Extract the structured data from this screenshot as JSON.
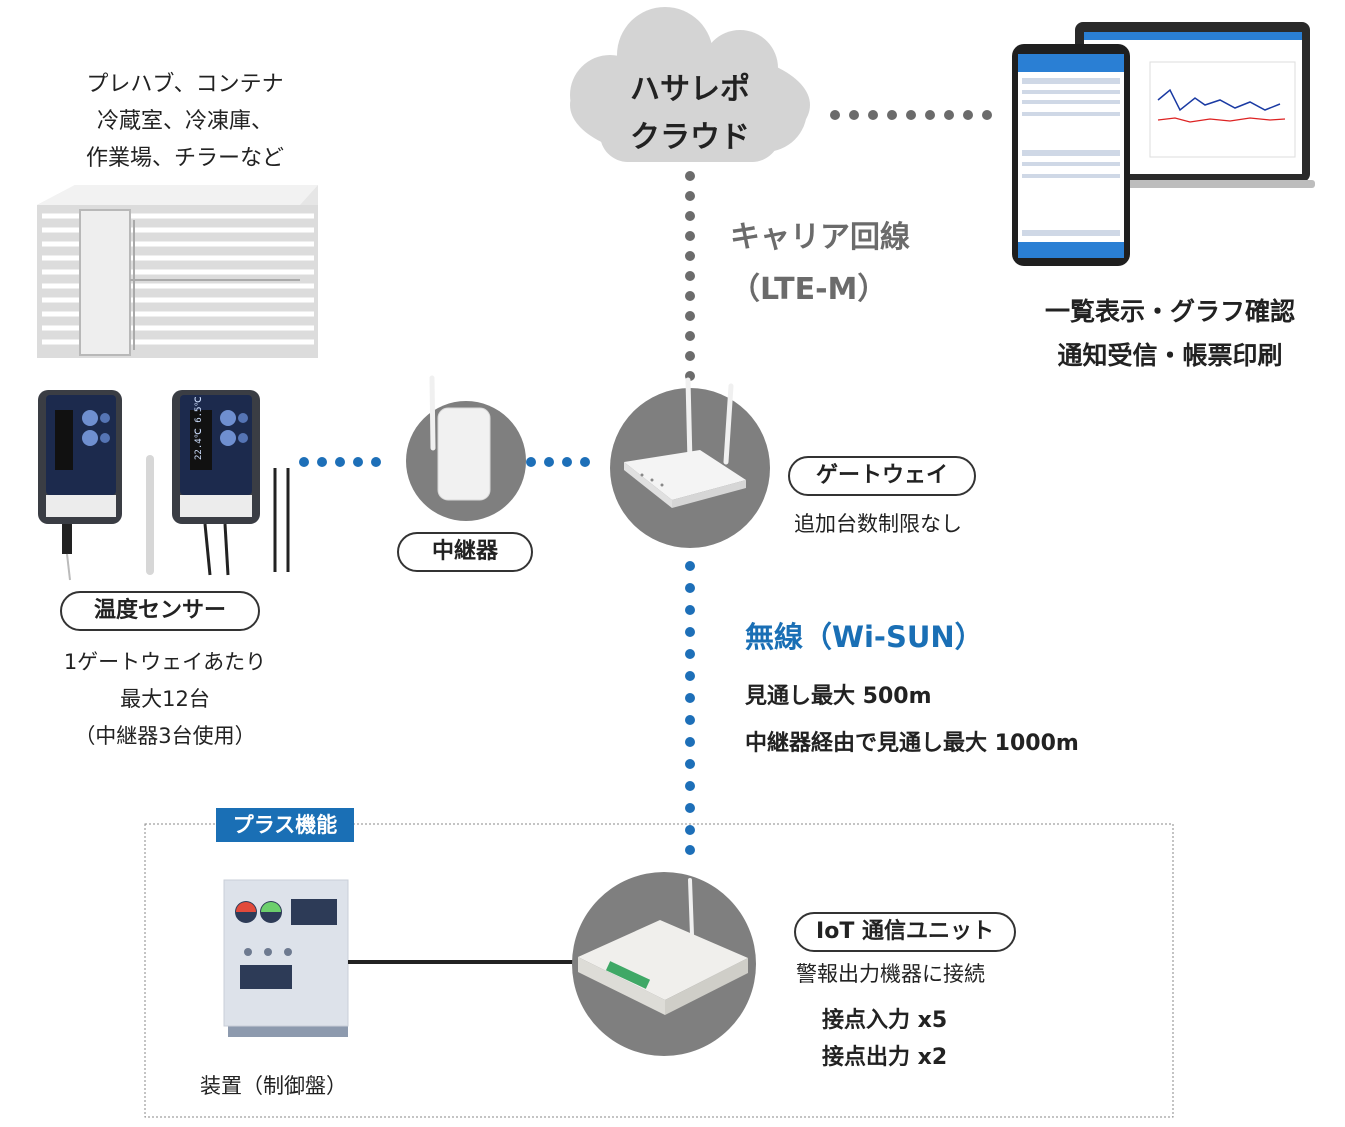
{
  "cloud": {
    "line1": "ハサレポ",
    "line2": "クラウド"
  },
  "carrier": {
    "line1": "キャリア回線",
    "line2": "（LTE-M）"
  },
  "locations": {
    "line1": "プレハブ、コンテナ",
    "line2": "冷蔵室、冷凍庫、",
    "line3": "作業場、チラーなど"
  },
  "viewer": {
    "line1": "一覧表示・グラフ確認",
    "line2": "通知受信・帳票印刷"
  },
  "gateway": {
    "label": "ゲートウェイ",
    "note": "追加台数制限なし"
  },
  "repeater": {
    "label": "中継器"
  },
  "sensor": {
    "label": "温度センサー",
    "line1": "1ゲートウェイあたり",
    "line2": "最大12台",
    "line3": "（中継器3台使用）"
  },
  "wireless": {
    "title": "無線（Wi-SUN）",
    "line1": "見通し最大 500m",
    "line2": "中継器経由で見通し最大 1000m"
  },
  "plus": {
    "badge": "プラス機能"
  },
  "device": {
    "label": "装置（制御盤）"
  },
  "iot": {
    "label": "IoT 通信ユニット",
    "line1": "警報出力機器に接続",
    "line2": "接点入力 x5",
    "line3": "接点出力 x2"
  },
  "colors": {
    "accent_blue": "#1a6fb5",
    "dot_gray": "#6b6b6b",
    "dot_blue": "#1d6fb8",
    "circle_gray": "#7f7f7f",
    "cloud_gray": "#d4d4d4"
  },
  "icons": [
    "cloud-icon",
    "building-icon",
    "tablet-icon",
    "laptop-icon",
    "sensor-device-icon",
    "repeater-device-icon",
    "gateway-device-icon",
    "control-panel-icon",
    "iot-unit-icon"
  ]
}
